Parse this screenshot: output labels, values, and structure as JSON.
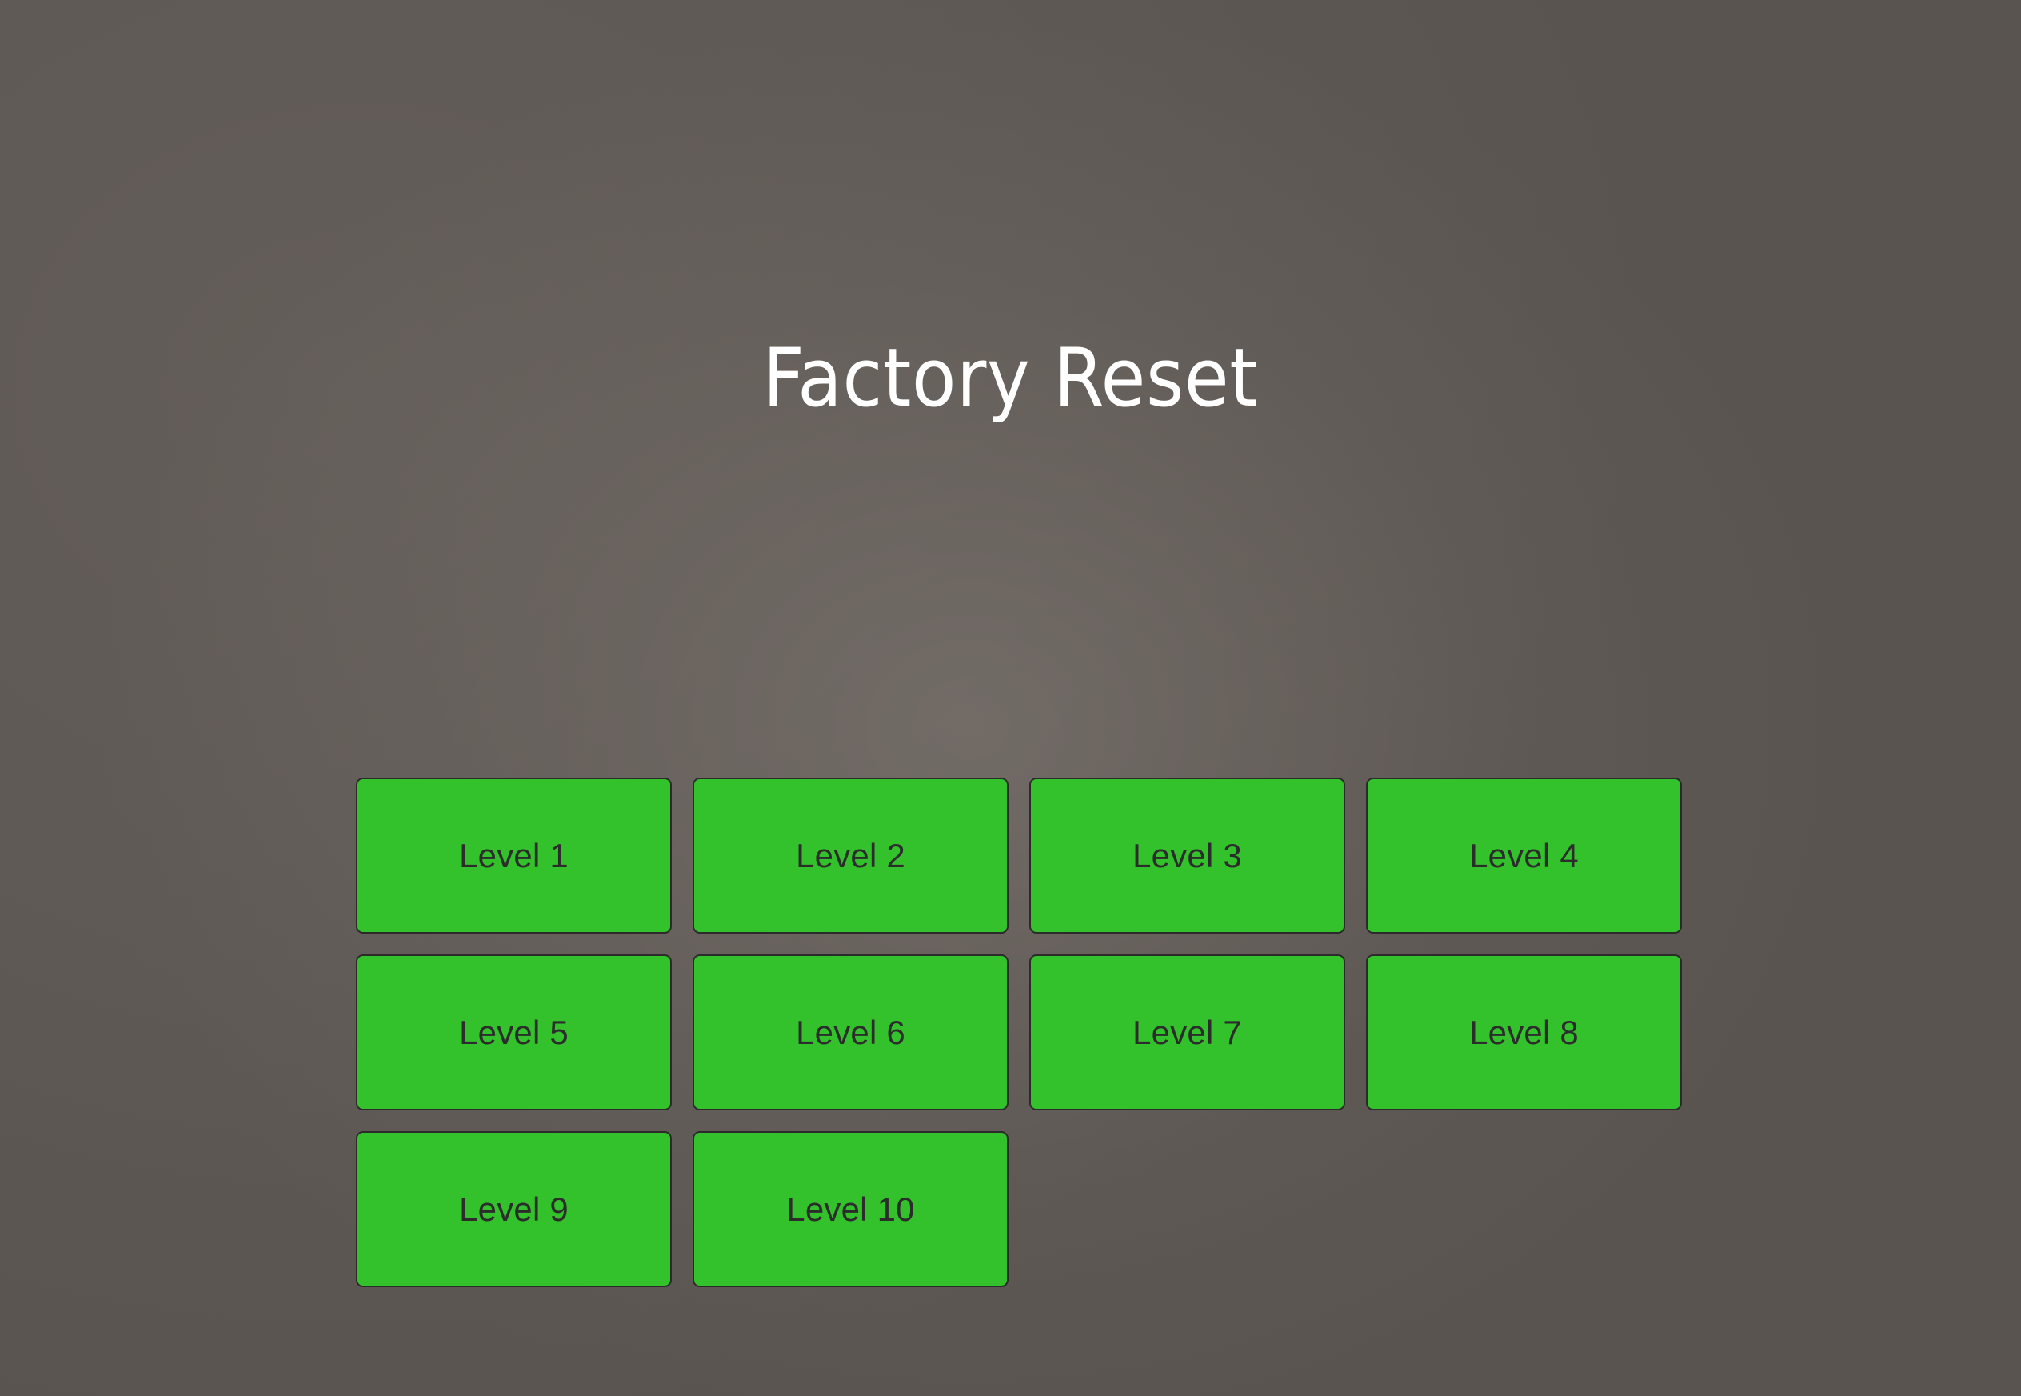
{
  "screen": {
    "name": "factory-reset-level-select",
    "title": "Factory Reset",
    "background_color": "#655f5b",
    "title_color": "#ffffff"
  },
  "level_grid": {
    "columns": 4,
    "button_color": "#33c22b",
    "button_border_color": "#2b2b2b",
    "button_text_color": "#2c2c2c",
    "buttons": [
      {
        "label": "Level 1"
      },
      {
        "label": "Level 2"
      },
      {
        "label": "Level 3"
      },
      {
        "label": "Level 4"
      },
      {
        "label": "Level 5"
      },
      {
        "label": "Level 6"
      },
      {
        "label": "Level 7"
      },
      {
        "label": "Level 8"
      },
      {
        "label": "Level 9"
      },
      {
        "label": "Level 10"
      }
    ]
  }
}
